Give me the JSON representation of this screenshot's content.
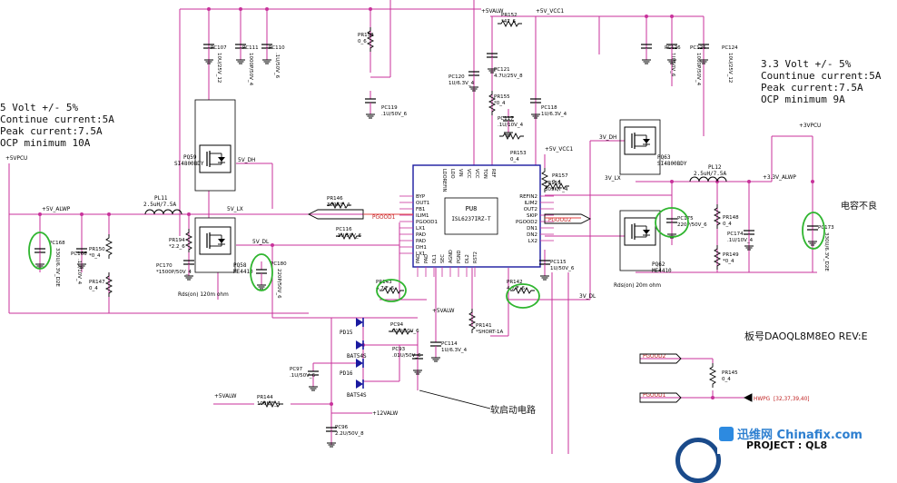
{
  "notes": {
    "left_spec": [
      "5 Volt +/- 5%",
      "Continue current:5A",
      "Peak current:7.5A",
      "OCP minimum 10A"
    ],
    "right_spec": [
      "3.3 Volt +/- 5%",
      "Countinue current:5A",
      "Peak current:7.5A",
      "OCP minimum 9A"
    ],
    "board_no": "板号DAOQL8M8EO  REV:E",
    "soft_start": "软启动电路",
    "cap_note": "电容不良",
    "project": "PROJECT : QL8",
    "watermark": "迅维网 Chinafix.com"
  },
  "ic": {
    "name": "PU8",
    "part": "ISL6237IRZ-T",
    "left_pins": [
      "BYP",
      "OUT1",
      "FB1",
      "ILIM1",
      "PGOOD1",
      "LX1",
      "PAD",
      "PAD",
      "DH1",
      "LX1"
    ],
    "right_pins": [
      "REFIN2",
      "ILIM2",
      "OUT2",
      "SKIP",
      "PGOOD2",
      "DN1",
      "DN2",
      "LX2"
    ],
    "top_pins": [
      "LDOREFIN",
      "LDO",
      "VIN",
      "VCC",
      "VCC",
      "TON",
      "REF"
    ],
    "bottom_pins": [
      "PAD",
      "PAD",
      "DL1",
      "SEC",
      "AGND",
      "PGND",
      "DL2",
      "RST2"
    ]
  },
  "power_labels": {
    "p5valw_top": "+5VALW",
    "p5vcc1_top": "+5V_VCC1",
    "p5vcc1_mid": "+5V_VCC1",
    "p5vpcu_left": "+5VPCU",
    "p3vpcu_right": "+3VPCU",
    "p5valw_left": "+5V_ALWP",
    "p3valw_right": "+3.3V_ALWP",
    "p5valw_bottom": "+5VALW",
    "p5valw_bl": "+5VALW",
    "p12valw": "+12VALW",
    "hwpg": "HWPG",
    "hwpg_ref": "[32,37,39,40]"
  },
  "nets": {
    "pgood1": "PGOOD1",
    "pgood2_r": "PGOOD2",
    "pgood2_b": "PGOOD2",
    "pgood1_b": "PGOOD1",
    "dh_5v": "5V_DH",
    "lx_5v": "5V_LX",
    "dl_5v": "5V_DL",
    "dh_3v": "3V_DH",
    "lx_3v": "3V_LX",
    "dl_3v": "3V_DL",
    "rds_l": "Rds(on)  120m ohm",
    "rds_r": "Rds(on)  20m ohm"
  },
  "parts": [
    {
      "ref": "PC107",
      "val": "10U/25V_12"
    },
    {
      "ref": "PC111",
      "val": "1000P/50V_4"
    },
    {
      "ref": "PC110",
      "val": ".1U/50V_6"
    },
    {
      "ref": "PR158",
      "val": "0_6"
    },
    {
      "ref": "PR152",
      "val": "*47_6"
    },
    {
      "ref": "PC121",
      "val": "4.7U/25V_8"
    },
    {
      "ref": "PC120",
      "val": "1U/6.3V_4"
    },
    {
      "ref": "PR155",
      "val": "*0_4"
    },
    {
      "ref": "PC117",
      "val": ".1U/10V_4"
    },
    {
      "ref": "PC118",
      "val": "1U/6.3V_4"
    },
    {
      "ref": "PC119",
      "val": ".1U/50V_6"
    },
    {
      "ref": "PR153",
      "val": "0_4"
    },
    {
      "ref": "PC126",
      "val": "1U/50V_6"
    },
    {
      "ref": "PC125",
      "val": "1000P/50V_4"
    },
    {
      "ref": "PC124",
      "val": "10U/25V_12"
    },
    {
      "ref": "PQ59",
      "val": "SI4800BDY"
    },
    {
      "ref": "PL11",
      "val": "2.5uH/7.5A"
    },
    {
      "ref": "PR146",
      "val": "309K/F_4"
    },
    {
      "ref": "PR157",
      "val": "0_4"
    },
    {
      "ref": "PR151",
      "val": "309K/F_4"
    },
    {
      "ref": "PQ63",
      "val": "SI4800BDY"
    },
    {
      "ref": "PL12",
      "val": "2.5uH/7.5A"
    },
    {
      "ref": "PC175",
      "val": "220P/50V_6"
    },
    {
      "ref": "PR148",
      "val": "0_4"
    },
    {
      "ref": "PC174",
      "val": ".1U/10V_4"
    },
    {
      "ref": "PC173",
      "val": "330U/6.3V_D2E"
    },
    {
      "ref": "PR149",
      "val": "*0_4"
    },
    {
      "ref": "PC168",
      "val": "330U/6.3V_D2E"
    },
    {
      "ref": "PC166",
      "val": ".1U/10V_4"
    },
    {
      "ref": "PR150",
      "val": "*0_4"
    },
    {
      "ref": "PR147",
      "val": "0_4"
    },
    {
      "ref": "PR194",
      "val": "*2.2_6"
    },
    {
      "ref": "PC170",
      "val": "*1500P/50V_4"
    },
    {
      "ref": "PQ58",
      "val": "ME4410"
    },
    {
      "ref": "PC180",
      "val": "220P/50V_6"
    },
    {
      "ref": "PC116",
      "val": ".1U/50V_6"
    },
    {
      "ref": "PR143",
      "val": "4.7/F_6"
    },
    {
      "ref": "PR142",
      "val": "4.7/F_6"
    },
    {
      "ref": "PC115",
      "val": "1U/50V_6"
    },
    {
      "ref": "PQ62",
      "val": "ME4410"
    },
    {
      "ref": "PD15",
      "val": "BAT54S"
    },
    {
      "ref": "PD16",
      "val": "BAT54S"
    },
    {
      "ref": "PC94",
      "val": ".01U/50V_6"
    },
    {
      "ref": "PC93",
      "val": ".01U/50V_6"
    },
    {
      "ref": "PC97",
      "val": ".1U/50V_6"
    },
    {
      "ref": "PR141",
      "val": "*SHORT-1A"
    },
    {
      "ref": "PC114",
      "val": "1U/6.3V_4"
    },
    {
      "ref": "PR144",
      "val": "100K/F_4"
    },
    {
      "ref": "PC96",
      "val": "2.2U/50V_8"
    },
    {
      "ref": "PR145",
      "val": "0_4"
    }
  ]
}
